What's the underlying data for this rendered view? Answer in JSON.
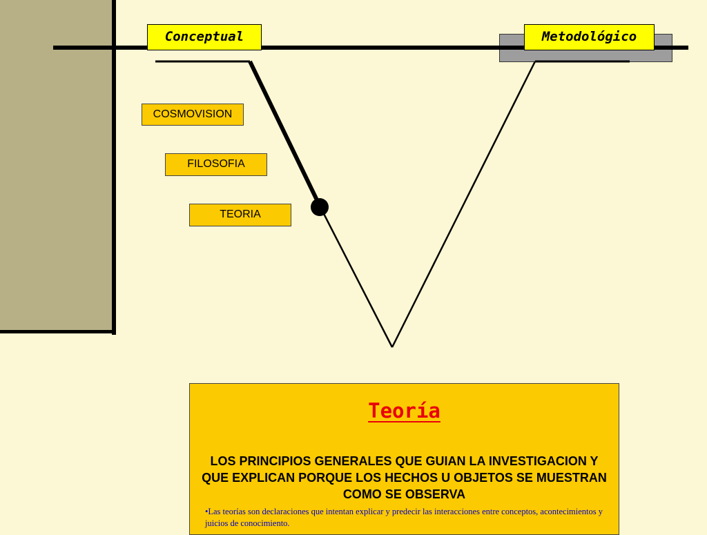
{
  "header": {
    "left_label": "Conceptual",
    "right_label": "Metodológico"
  },
  "conceptual_levels": [
    {
      "label": "COSMOVISION"
    },
    {
      "label": "FILOSOFIA"
    },
    {
      "label": "TEORIA"
    }
  ],
  "definition": {
    "title": "Teoría",
    "body": "LOS PRINCIPIOS GENERALES QUE GUIAN LA INVESTIGACION Y QUE EXPLICAN PORQUE LOS HECHOS U OBJETOS SE MUESTRAN COMO SE OBSERVA",
    "note": "•Las teorías son declaraciones que intentan explicar y predecir las interacciones entre conceptos, acontecimientos y juicios de conocimiento."
  },
  "colors": {
    "background": "#fcf7d4",
    "side_panel": "#b7b087",
    "header_label": "#ffff00",
    "box": "#fcca00",
    "title_red": "#e8000b",
    "note_blue": "#0000cc"
  }
}
